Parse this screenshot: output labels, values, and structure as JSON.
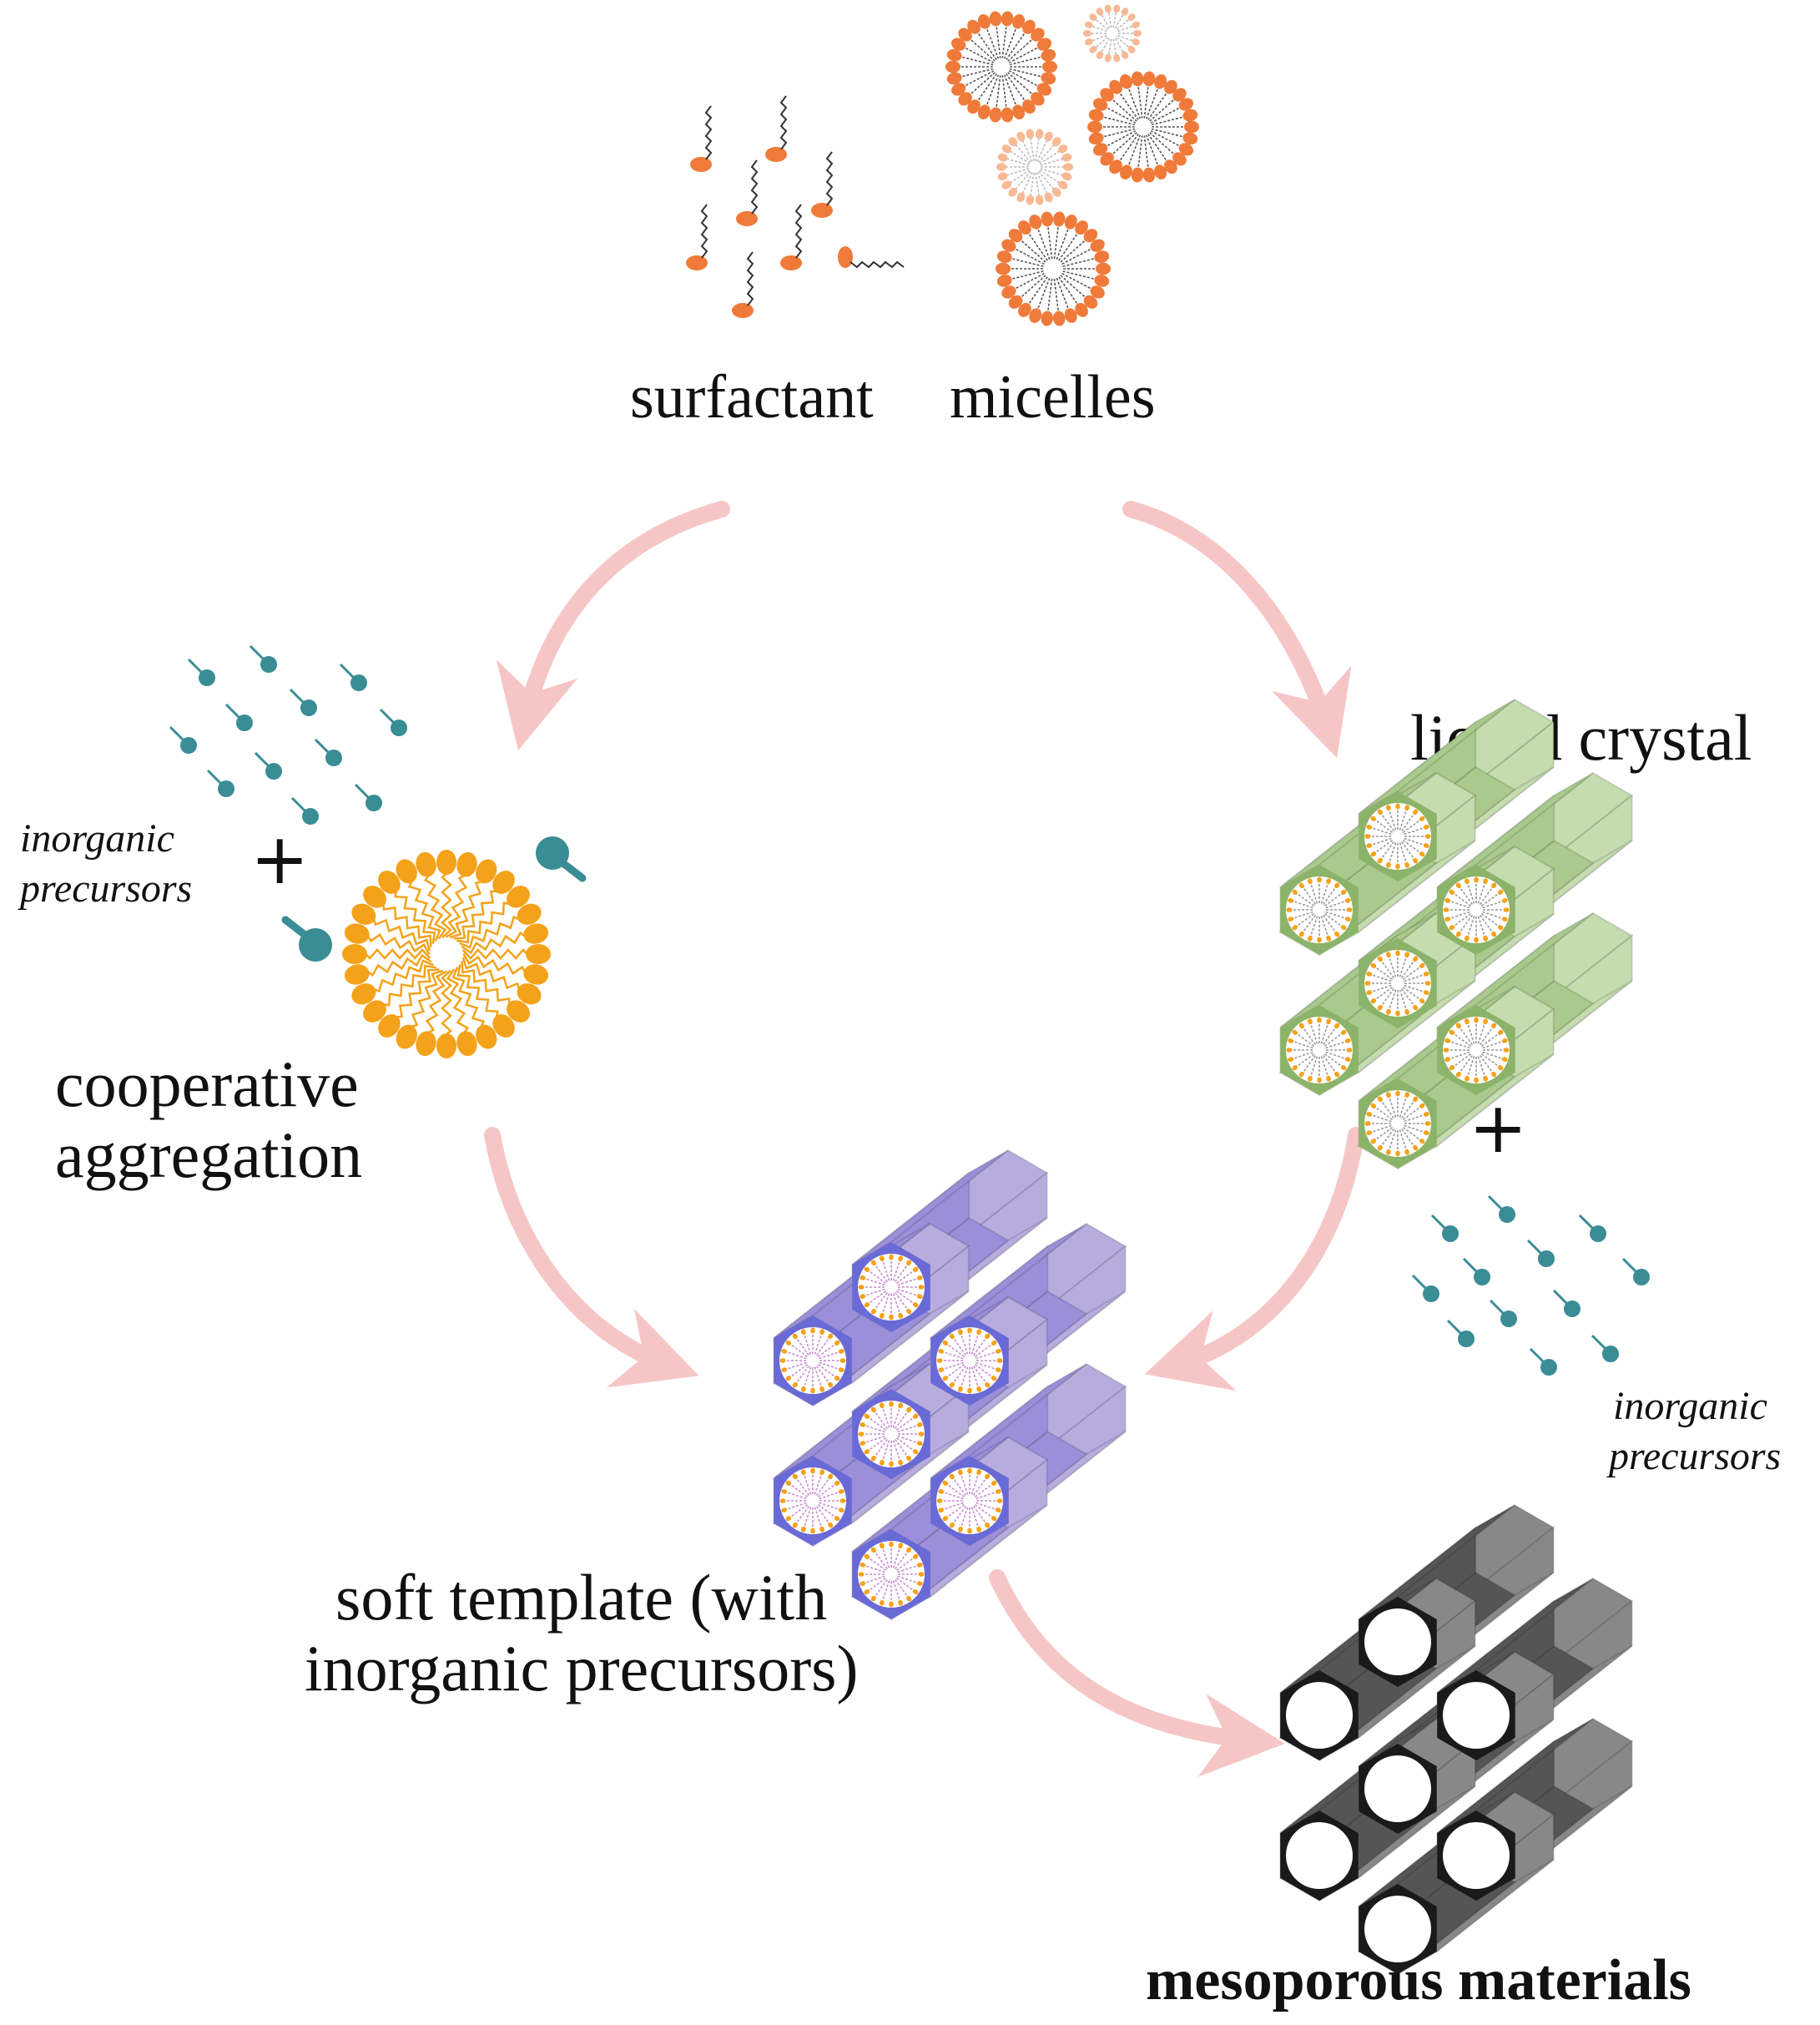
{
  "labels": {
    "surfactant": "surfactant",
    "micelles": "micelles",
    "liquid_crystal": "liquid crystal",
    "inorganic_precursors_line1": "inorganic",
    "inorganic_precursors_line2": "precursors",
    "cooperative_line1": "cooperative",
    "cooperative_line2": "aggregation",
    "soft_template_line1": "soft template (with",
    "soft_template_line2": "inorganic precursors)",
    "mesoporous": "mesoporous materials",
    "plus": "+"
  },
  "colors": {
    "surfactant_head": "#f07a3a",
    "surfactant_head_light": "#f8b995",
    "aggregate_head": "#f4a21a",
    "precursor": "#3a8c95",
    "arrow": "#f6c6c6",
    "liquid_crystal": "#8cb36a",
    "soft_template": "#6a6ad6",
    "mesoporous": "#1a1a1a"
  }
}
